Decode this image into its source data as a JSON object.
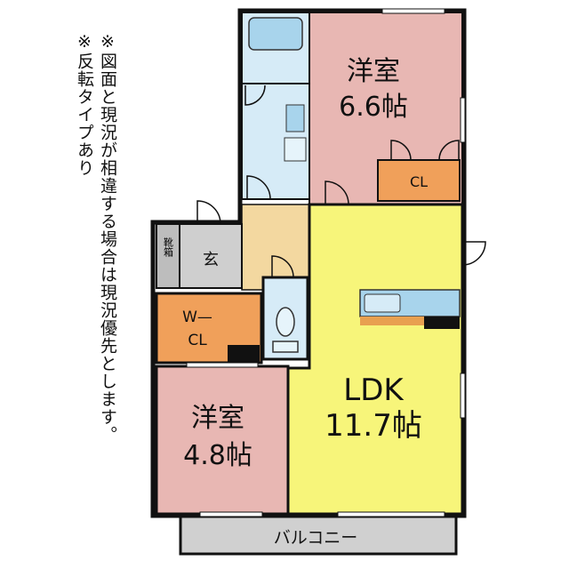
{
  "notes": [
    "※図面と現況が相違する場合は現況優先とします。",
    "※反転タイプあり"
  ],
  "rooms": {
    "western_room_1": {
      "name": "洋室",
      "size": "6.6帖"
    },
    "closet": {
      "name": "CL"
    },
    "entrance": {
      "name": "玄"
    },
    "shoe_box": {
      "name": "靴箱"
    },
    "walk_in_closet": {
      "line1": "W—",
      "line2": "CL"
    },
    "ldk": {
      "name": "LDK",
      "size": "11.7帖"
    },
    "western_room_2": {
      "name": "洋室",
      "size": "4.8帖"
    },
    "balcony": {
      "name": "バルコニー"
    }
  },
  "colors": {
    "western_room": "#e8b7b3",
    "closet": "#f0a05a",
    "ldk": "#f7f57a",
    "wet_area": "#d6ebf7",
    "entrance": "#cfcfcf",
    "hall": "#f3d8a0",
    "balcony": "#d0d0d0",
    "kitchen_counter": "#a8d4ec",
    "wall": "#111111"
  }
}
